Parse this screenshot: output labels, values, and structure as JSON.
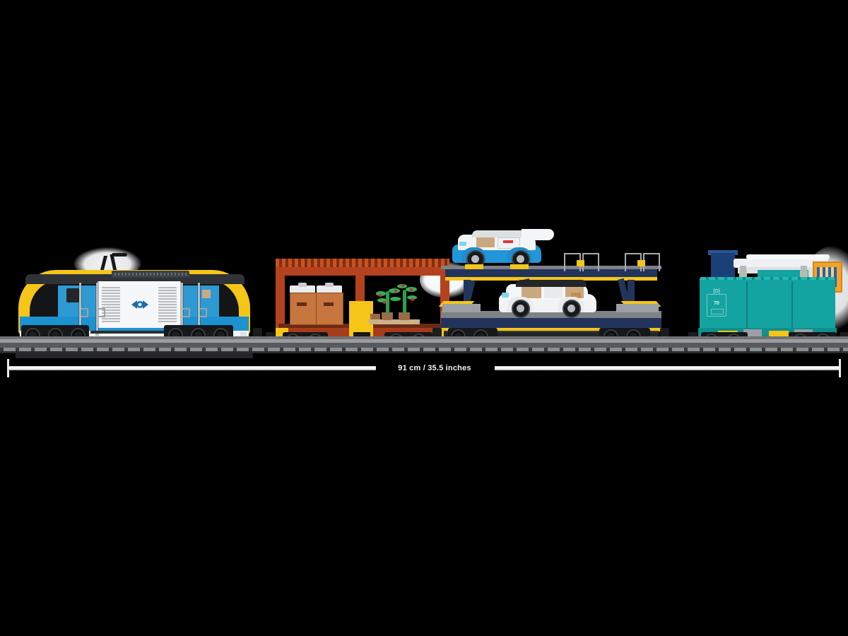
{
  "scene": {
    "title": "LEGO City Freight Train set side view",
    "background_color": "#000000"
  },
  "dimension": {
    "label": "91 cm / 35.5 inches",
    "value_cm": 91,
    "value_inches": 35.5,
    "line_color": "#ffffff"
  },
  "train": {
    "cars": [
      {
        "id": "locomotive",
        "name": "Electric locomotive",
        "colors": {
          "primary": "#f5c518",
          "secondary": "#1d92d0",
          "body": "#f3f4f5",
          "window": "#131517"
        },
        "logo": "double-arrow-logo",
        "features": [
          "pantograph",
          "driver-cab",
          "side-doors",
          "steam-effect"
        ]
      },
      {
        "id": "freight-wagon",
        "name": "Open-side freight wagon",
        "colors": {
          "primary": "#b5421f",
          "accent": "#f5c518",
          "floor": "#6d2a12"
        },
        "cargo": [
          "crates",
          "potted-plants"
        ]
      },
      {
        "id": "car-transporter",
        "name": "Double-deck car transporter wagon",
        "colors": {
          "primary": "#23345c",
          "accent": "#f5c518",
          "deck": "#7e8287"
        },
        "cargo": [
          {
            "id": "blue-car",
            "name": "Blue SUV",
            "colors": {
              "body": "#2196d8",
              "upper": "#f2f4f5",
              "roof": "#d8dcdf"
            }
          },
          {
            "id": "white-car",
            "name": "White SUV",
            "colors": {
              "body": "#f2f4f5",
              "roof": "#23252a"
            }
          }
        ]
      },
      {
        "id": "hopper-wagon",
        "name": "Teal hopper wagon",
        "colors": {
          "primary": "#13a3a0",
          "accent": "#f5c518",
          "panel": "#1b3f77",
          "cargo": "#c3ea3a"
        },
        "print": {
          "number": "70",
          "top_mark": "[O]",
          "bottom_mark": "[—]"
        },
        "cargo": [
          "blue-panel",
          "white-beams",
          "lime-tank",
          "orange-container"
        ]
      }
    ]
  },
  "track": {
    "name": "Straight railway track",
    "rail_color": "#9a9da0",
    "sleeper_color": "#282a2c"
  }
}
